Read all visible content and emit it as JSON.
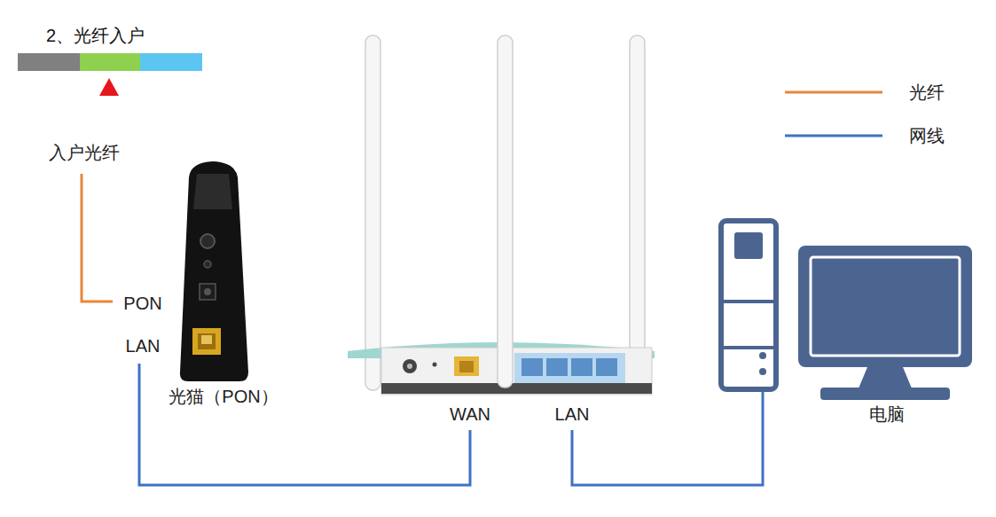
{
  "diagram": {
    "title": "2、光纤入户",
    "nodes": [
      {
        "text": [
          "PON",
          "LAN",
          "光猫（PON）"
        ]
      },
      {
        "text": [
          "WAN",
          "LAN"
        ]
      },
      {
        "text": [
          "电脑"
        ]
      }
    ],
    "edges": [
      {
        "from": 0,
        "to": 1,
        "arrow": "none"
      },
      {
        "from": 1,
        "to": 2,
        "arrow": "none"
      }
    ],
    "labels": [
      "入户光纤"
    ],
    "legend": [
      {
        "text": "光纤"
      },
      {
        "text": "网线"
      }
    ]
  }
}
